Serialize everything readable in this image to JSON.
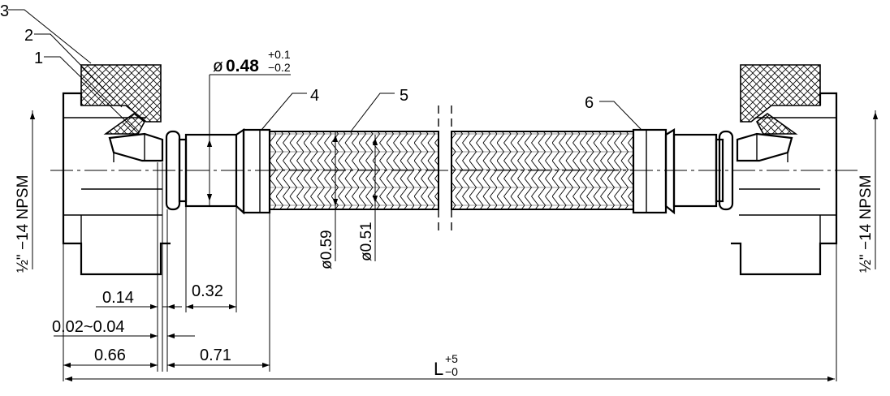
{
  "callouts": {
    "c1": "1",
    "c2": "2",
    "c3": "3",
    "c4": "4",
    "c5": "5",
    "c6": "6"
  },
  "dimensions": {
    "bore_symbol": "ø",
    "bore_value": "0.48",
    "bore_tol_upper": "+0.1",
    "bore_tol_lower": "−0.2",
    "braid_outer": "ø0.59",
    "braid_inner": "ø0.51",
    "d_014": "0.14",
    "d_032": "0.32",
    "d_002_004": "0.02~0.04",
    "d_066": "0.66",
    "d_071": "0.71",
    "overall_L": "L",
    "overall_tol_upper": "+5",
    "overall_tol_lower": "−0"
  },
  "thread": {
    "left_fraction": "½\"",
    "left_rest": "−14  NPSM",
    "right_fraction": "½\"",
    "right_rest": "−14  NPSM"
  }
}
